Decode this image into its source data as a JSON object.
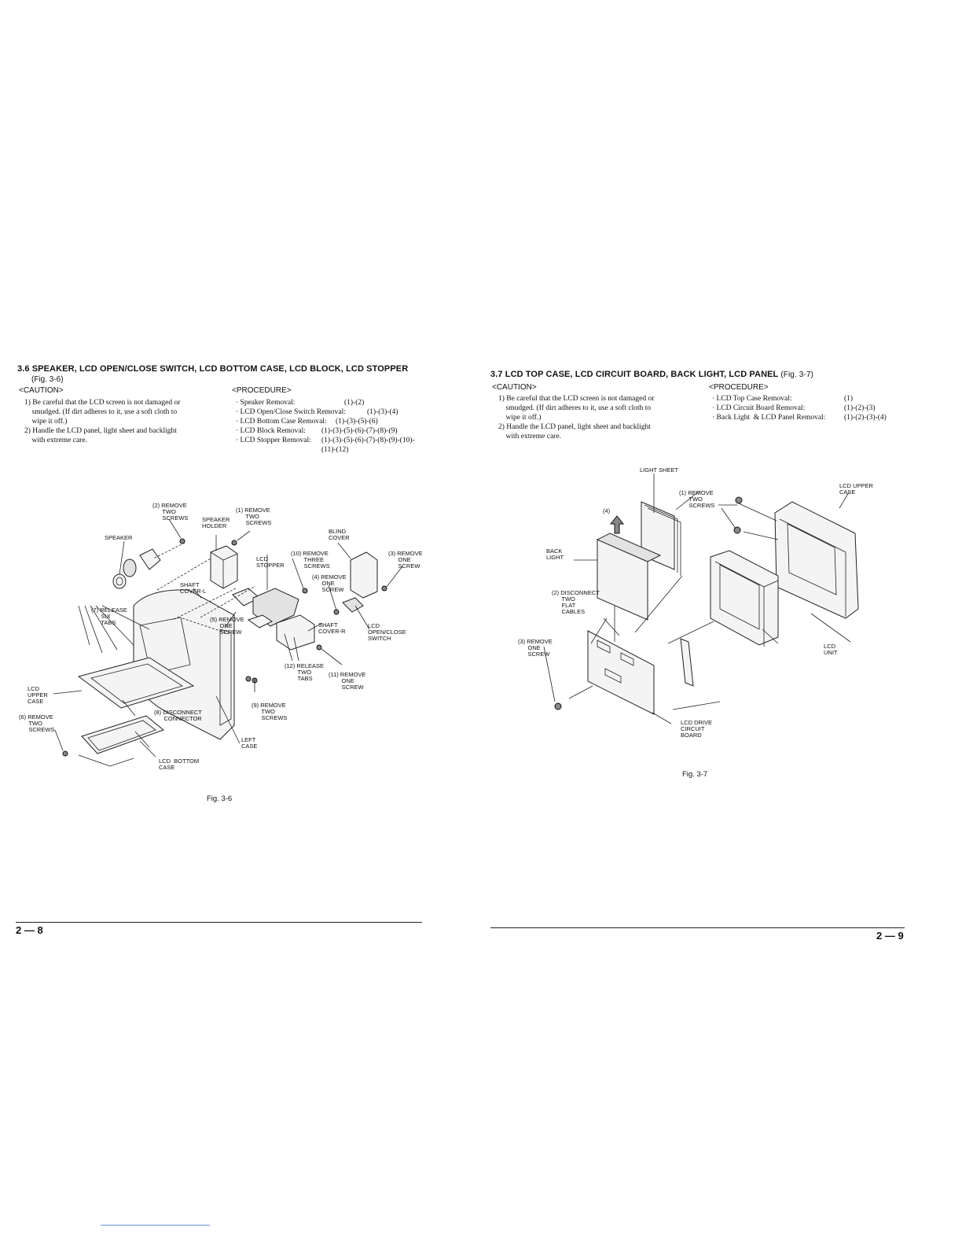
{
  "left": {
    "heading": "3.6 SPEAKER, LCD OPEN/CLOSE SWITCH, LCD BOTTOM CASE, LCD BLOCK, LCD STOPPER",
    "fig_ref": "(Fig. 3-6)",
    "caution_title": "<CAUTION>",
    "caution_items": [
      "1) Be careful that the LCD screen is not damaged or",
      "    smudged. (If dirt adheres to it, use a soft cloth to",
      "    wipe it off.)",
      "2) Handle the LCD panel, light sheet and backlight",
      "    with extreme care."
    ],
    "procedure_title": "<PROCEDURE>",
    "procedure_items": [
      {
        "name": "· Speaker Removal:",
        "steps": "(1)-(2)"
      },
      {
        "name": "· LCD Open/Close Switch Removal:",
        "steps": "(1)-(3)-(4)"
      },
      {
        "name": "· LCD Bottom Case Removal:",
        "steps": "(1)-(3)-(5)-(6)"
      },
      {
        "name": "· LCD Block Removal:",
        "steps": "(1)-(3)-(5)-(6)-(7)-(8)-(9)"
      },
      {
        "name": "· LCD Stopper Removal:",
        "steps": "(1)-(3)-(5)-(6)-(7)-(8)-(9)-(10)-"
      },
      {
        "name": "",
        "steps": "(11)-(12)"
      }
    ],
    "figure_labels": {
      "remove_two_screws_2": "(2) REMOVE\n      TWO\n      SCREWS",
      "remove_two_screws_1": "(1) REMOVE\n      TWO\n      SCREWS",
      "speaker_holder": "SPEAKER\nHOLDER",
      "speaker": "SPEAKER",
      "blind_cover": "BLIND\nCOVER",
      "lcd_stopper": "LCD\nSTOPPER",
      "remove_three_screws_10": "(10) REMOVE\n        THREE\n        SCREWS",
      "remove_one_screw_3": "(3) REMOVE\n      ONE\n      SCREW",
      "remove_one_screw_4": "(4) REMOVE\n      ONE\n      SCREW",
      "shaft_cover_l": "SHAFT\nCOVER-L",
      "release_six_tabs_7": "(7) RELEASE\n      SIX\n      TABS",
      "remove_one_screw_5": "(5) REMOVE\n      ONE\n      SCREW",
      "shaft_cover_r": "SHAFT\nCOVER-R",
      "lcd_open_close_switch": "LCD\nOPEN/CLOSE\nSWITCH",
      "release_two_tabs_12": "(12) RELEASE\n        TWO\n        TABS",
      "remove_one_screw_11": "(11) REMOVE\n        ONE\n        SCREW",
      "lcd_upper_case": "LCD\nUPPER\nCASE",
      "disconnect_connector_8": "(8) DISCONNECT\n      CONNECTOR",
      "remove_two_screws_9": "(9) REMOVE\n      TWO\n      SCREWS",
      "remove_two_screws_6": "(6) REMOVE\n      TWO\n      SCREWS",
      "left_case": "LEFT\nCASE",
      "lcd_bottom_case": "LCD  BOTTOM\nCASE"
    },
    "figure_caption": "Fig. 3-6",
    "page_number": "2 — 8"
  },
  "right": {
    "heading": "3.7 LCD TOP CASE, LCD CIRCUIT BOARD, BACK LIGHT,  LCD PANEL",
    "fig_ref": "(Fig. 3-7)",
    "caution_title": "<CAUTION>",
    "caution_items": [
      "1) Be careful that the LCD screen is not damaged or",
      "    smudged. (If dirt adheres to it, use a soft cloth to",
      "    wipe it off.)",
      "2) Handle the LCD panel, light sheet and backlight",
      "    with extreme care."
    ],
    "procedure_title": "<PROCEDURE>",
    "procedure_items": [
      {
        "name": "· LCD Top Case Removal:",
        "steps": "(1)"
      },
      {
        "name": "· LCD Circuit Board Removal:",
        "steps": "(1)-(2)-(3)"
      },
      {
        "name": "· Back Light  & LCD Panel Removal:",
        "steps": "(1)-(2)-(3)-(4)"
      }
    ],
    "figure_labels": {
      "light_sheet": "LIGHT SHEET",
      "lcd_upper_case": "LCD UPPER\nCASE",
      "remove_two_screws_1": "(1) REMOVE\n      TWO\n      SCREWS",
      "step_4": "(4)",
      "back_light": "BACK\nLIGHT",
      "disconnect_two_flat_cables_2": "(2) DISCONNECT\n      TWO\n      FLAT\n      CABLES",
      "remove_one_screw_3": "(3) REMOVE\n      ONE\n      SCREW",
      "lcd_unit": "LCD\nUNIT",
      "lcd_drive_circuit_board": "LCD DRIVE\nCIRCUIT\nBOARD"
    },
    "figure_caption": "Fig. 3-7",
    "page_number": "2 — 9"
  }
}
